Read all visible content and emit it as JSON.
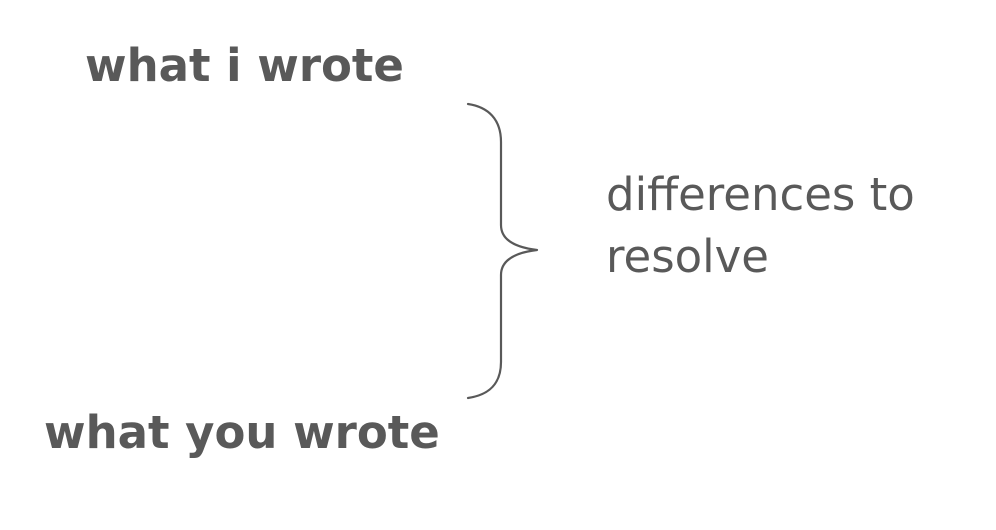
{
  "diagram": {
    "top_label": "what i wrote",
    "bottom_label": "what you wrote",
    "annotation": "differences to resolve"
  },
  "icons": {
    "brace": "right-curly-brace-icon"
  },
  "colors": {
    "text": "#595959",
    "brace": "#595959",
    "background": "#ffffff"
  }
}
